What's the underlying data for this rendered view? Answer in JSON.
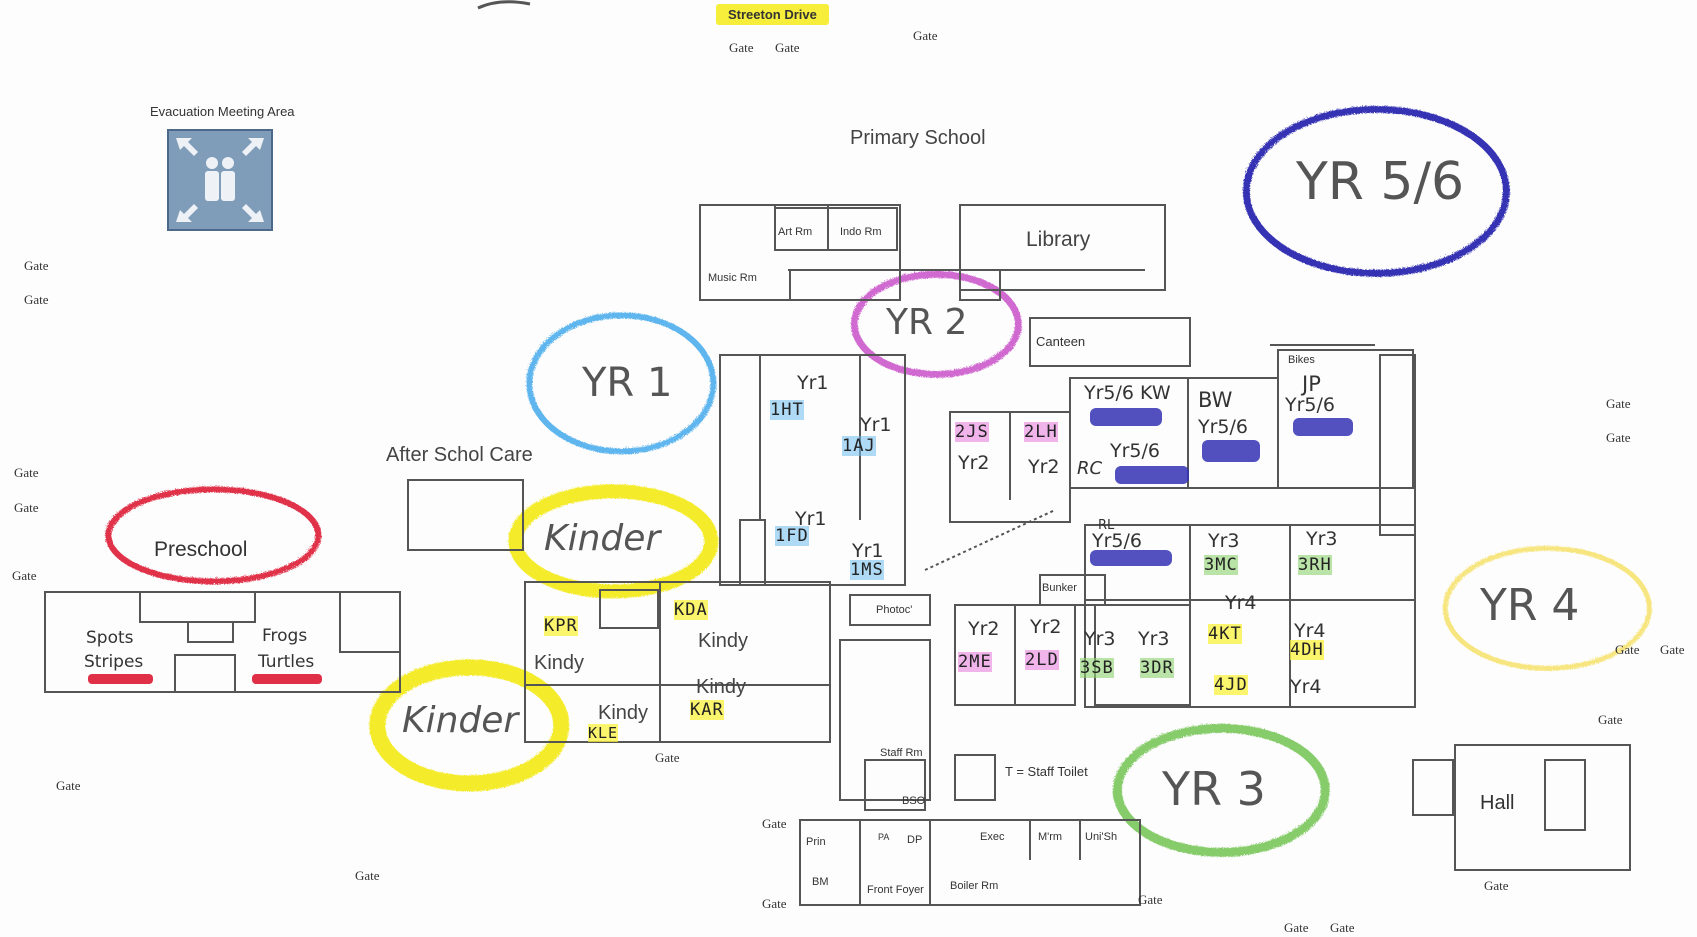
{
  "street_label": "Streeton Drive",
  "title": "Primary School",
  "evacuation_label": "Evacuation Meeting Area",
  "after_school_label": "After Schol Care",
  "staff_toilet_legend": "T = Staff Toilet",
  "gate_label": "Gate",
  "clouds": {
    "yr56": "YR 5/6",
    "yr2": "YR 2",
    "yr1": "YR 1",
    "kinder_top": "Kinder",
    "kinder_bottom": "Kinder",
    "preschool": "Preschool",
    "yr4": "YR 4",
    "yr3": "YR 3"
  },
  "rooms": {
    "art": "Art Rm",
    "indo": "Indo Rm",
    "library": "Library",
    "music": "Music Rm",
    "canteen": "Canteen",
    "bikes": "Bikes",
    "bunker": "Bunker",
    "photo": "Photoc'",
    "staffrm": "Staff Rm",
    "bso": "BSO",
    "exec": "Exec",
    "mrm": "M'rm",
    "unish": "Uni'Sh",
    "prin": "Prin",
    "pa": "PA",
    "dp": "DP",
    "bm": "BM",
    "foyer": "Front Foyer",
    "boiler": "Boiler Rm",
    "hall": "Hall"
  },
  "preschool_rooms": {
    "spots": "Spots",
    "frogs": "Frogs",
    "stripes": "Stripes",
    "turtles": "Turtles"
  },
  "classrooms": {
    "yr1_a": "Yr1",
    "c_1ht": "1HT",
    "yr1_b": "Yr1",
    "c_1aj": "1AJ",
    "yr1_c": "Yr1",
    "c_1fd": "1FD",
    "yr1_d": "Yr1",
    "c_1ms": "1MS",
    "c_2js": "2JS",
    "yr2_a": "Yr2",
    "c_2lh": "2LH",
    "yr2_b": "Yr2",
    "c_rc": "RC",
    "yr56_kw": "Yr5/6 KW",
    "c_bw": "BW",
    "yr56_b": "Yr5/6",
    "c_jp": "JP",
    "yr56_c": "Yr5/6",
    "yr56_d": "Yr5/6",
    "c_rl": "RL",
    "yr56_e": "Yr5/6",
    "yr3_a": "Yr3",
    "c_3mc": "3MC",
    "yr3_b": "Yr3",
    "c_3rh": "3RH",
    "yr4_a": "Yr4",
    "c_4kt": "4KT",
    "yr4_b": "Yr4",
    "c_4dh": "4DH",
    "c_4jd": "4JD",
    "yr4_c": "Yr4",
    "yr2_c": "Yr2",
    "c_2me": "2ME",
    "yr2_d": "Yr2",
    "c_2ld": "2LD",
    "yr3_c": "Yr3",
    "c_3sb": "3SB",
    "yr3_d": "Yr3",
    "c_3dr": "3DR",
    "c_kpr": "KPR",
    "kindy_a": "Kindy",
    "c_kda": "KDA",
    "kindy_b": "Kindy",
    "kindy_c": "Kindy",
    "c_kar": "KAR",
    "kindy_d": "Kindy",
    "c_kle": "KLE"
  },
  "colors": {
    "blue": "#5fb6ee",
    "pink": "#d06ad0",
    "yellow": "#f4ec2a",
    "green": "#86cc6a",
    "navy": "#3432b4",
    "red": "#e03048",
    "lightyellow": "#f7e680"
  }
}
